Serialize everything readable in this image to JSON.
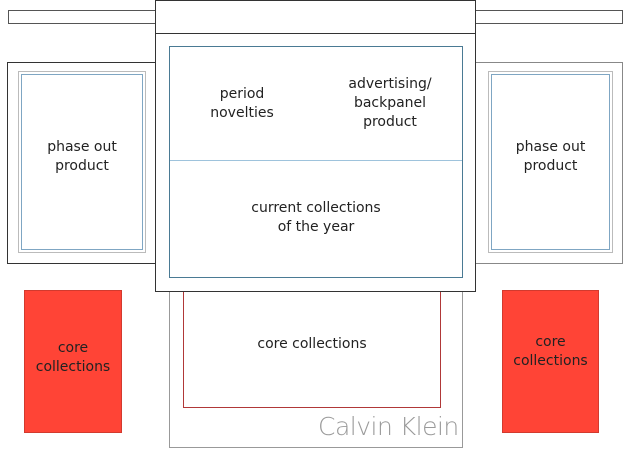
{
  "labels": {
    "period_novelties": "period\nnovelties",
    "advertising_backpanel": "advertising/\nbackpanel\nproduct",
    "current_collections": "current collections\nof the year",
    "phase_out_left": "phase out\nproduct",
    "phase_out_right": "phase out\nproduct",
    "core_center": "core collections",
    "core_left": "core\ncollections",
    "core_right": "core\ncollections"
  },
  "logo": {
    "text": "Calvin Klein"
  },
  "colors": {
    "core_fill": "#ff4436",
    "core_outline": "#b03838",
    "inner_frame": "#4a7a94",
    "divider": "#9ec3dc"
  }
}
